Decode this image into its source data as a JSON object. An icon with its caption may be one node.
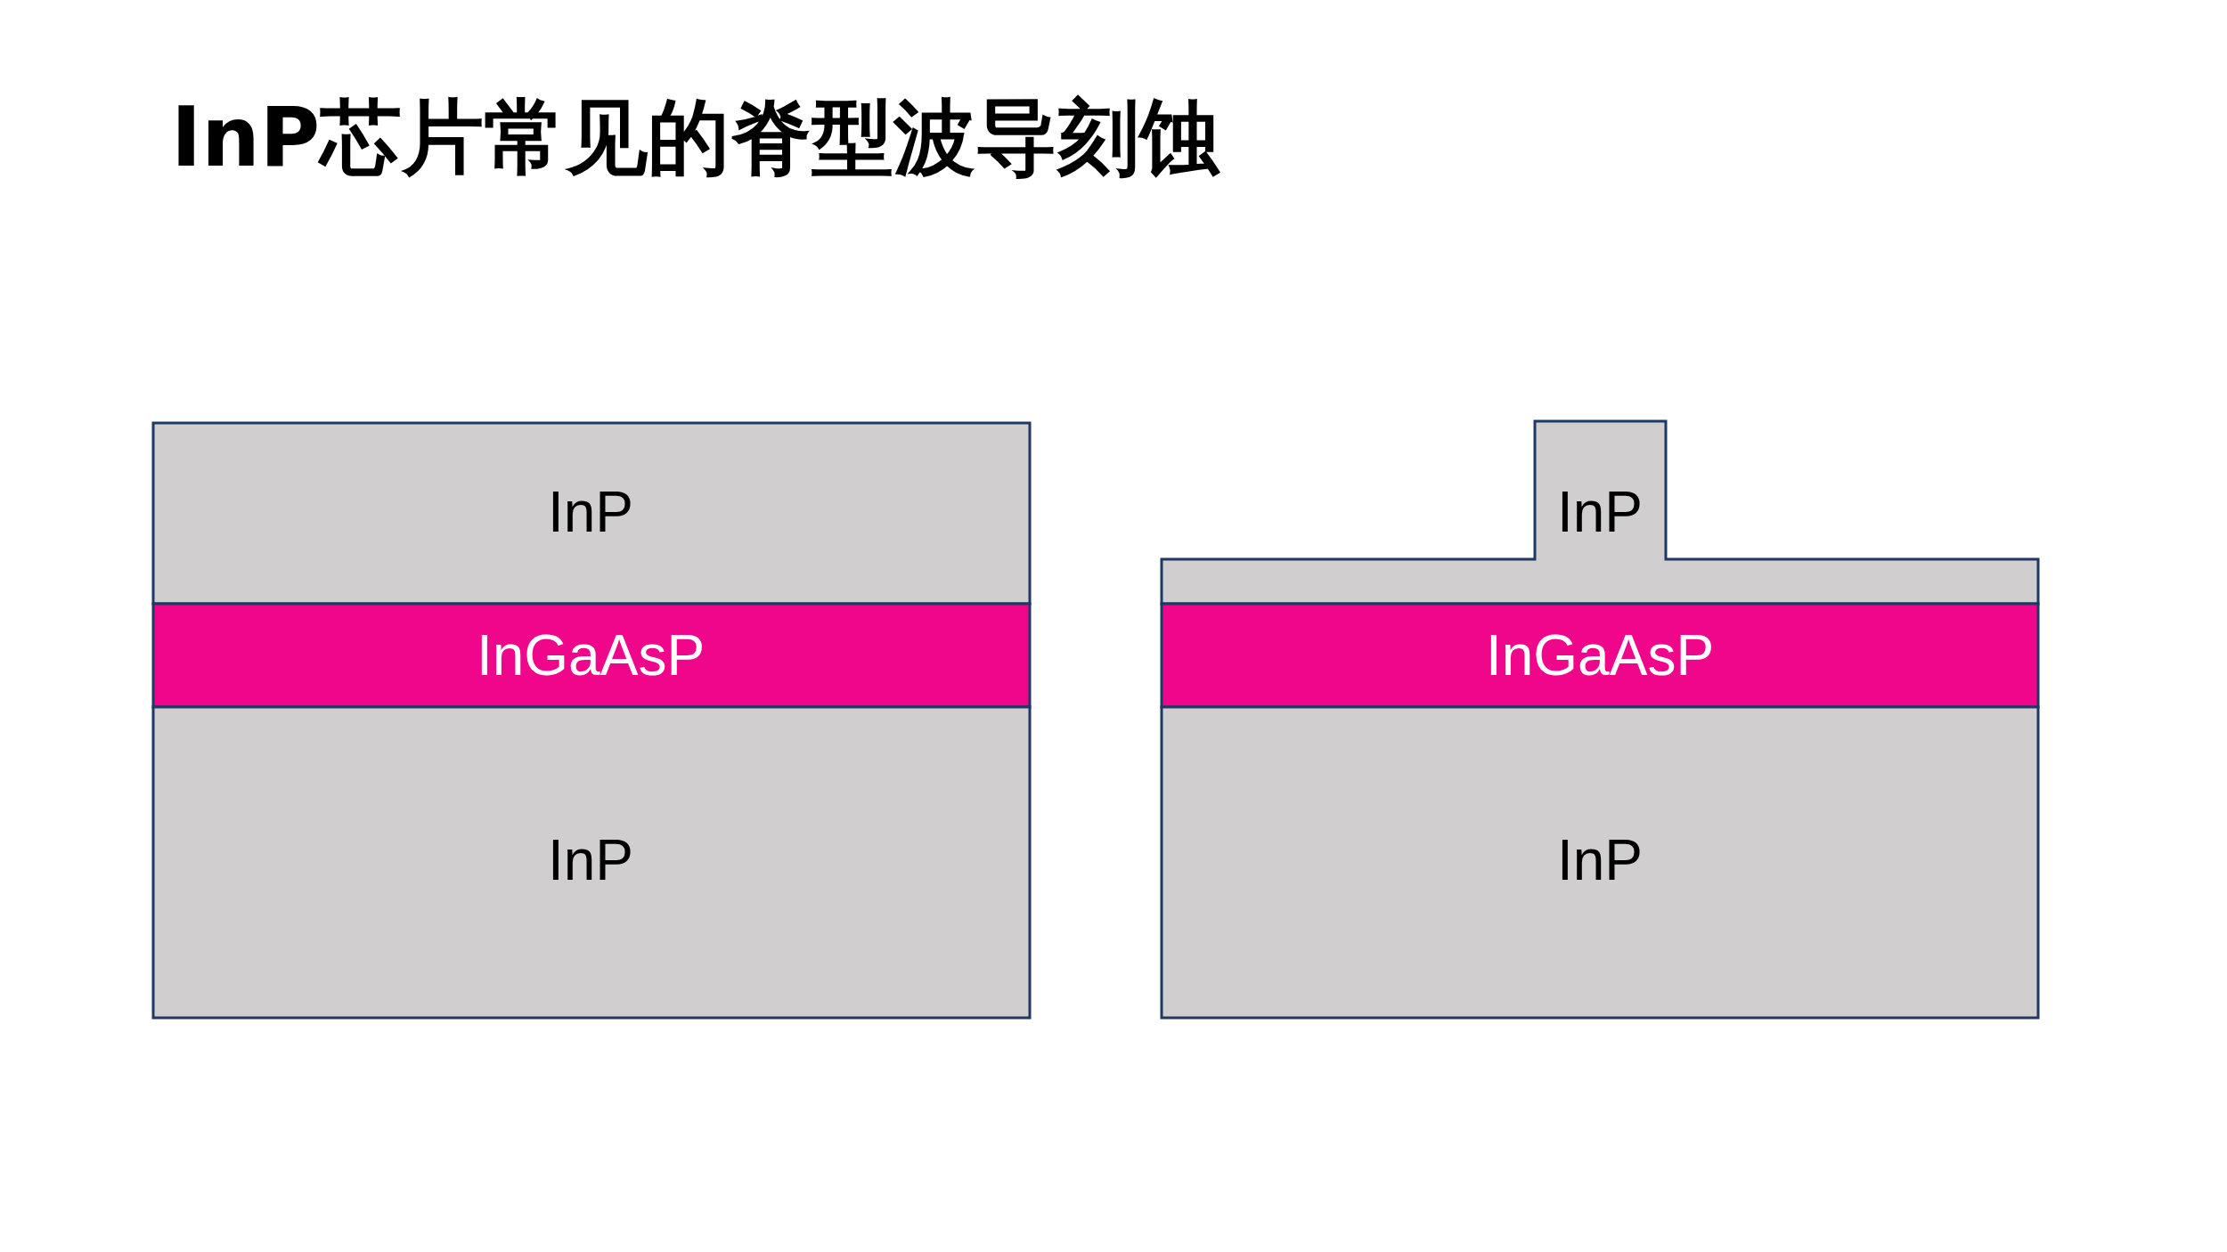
{
  "diagram": {
    "title": "InP芯片常见的脊型波导刻蚀",
    "nodes": [
      {
        "text": [
          "InP"
        ]
      },
      {
        "text": [
          "InGaAsP"
        ]
      },
      {
        "text": [
          "InP"
        ]
      },
      {
        "text": [
          "InP"
        ]
      },
      {
        "text": [
          "InGaAsP"
        ]
      },
      {
        "text": [
          "InP"
        ]
      }
    ]
  }
}
